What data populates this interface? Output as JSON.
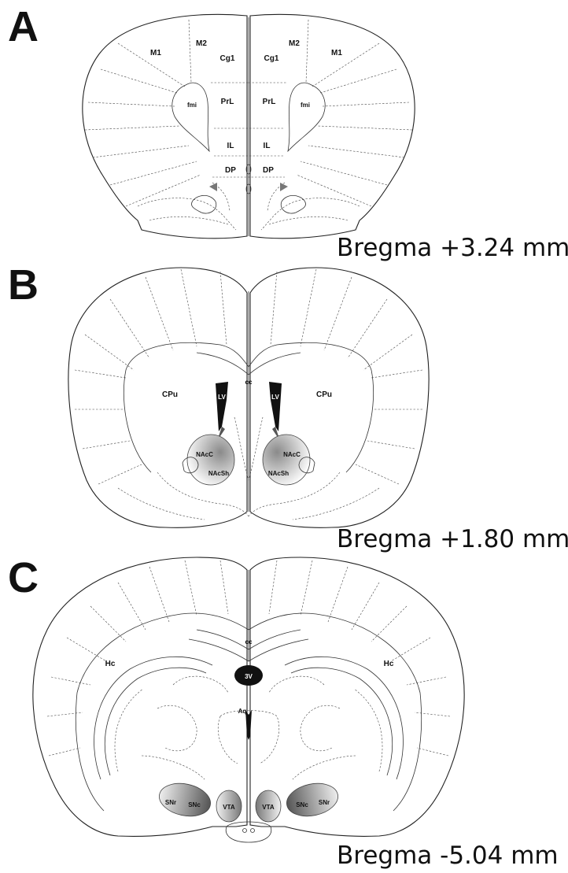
{
  "panels": [
    {
      "letter": "A",
      "bregma": "Bregma +3.24 mm",
      "regions": {
        "m1_left": "M1",
        "m2_left": "M2",
        "cg1_left": "Cg1",
        "fmi_left": "fmi",
        "prl_left": "PrL",
        "il_left": "IL",
        "dp_left": "DP",
        "m2_right": "M2",
        "m1_right": "M1",
        "cg1_right": "Cg1",
        "prl_right": "PrL",
        "fmi_right": "fmi",
        "il_right": "IL",
        "dp_right": "DP"
      }
    },
    {
      "letter": "B",
      "bregma": "Bregma +1.80 mm",
      "regions": {
        "cc": "cc",
        "cpu_left": "CPu",
        "lv_left": "LV",
        "lv_right": "LV",
        "cpu_right": "CPu",
        "nacc_left": "NAcC",
        "nacsh_left": "NAcSh",
        "nacc_right": "NAcC",
        "nacsh_right": "NAcSh"
      }
    },
    {
      "letter": "C",
      "bregma": "Bregma -5.04 mm",
      "regions": {
        "cc": "cc",
        "hc_left": "Hc",
        "hc_right": "Hc",
        "third_ventricle": "3V",
        "aq": "Aq",
        "snr_left": "SNr",
        "snc_left": "SNc",
        "vta_left": "VTA",
        "vta_right": "VTA",
        "snc_right": "SNc",
        "snr_right": "SNr"
      }
    }
  ]
}
